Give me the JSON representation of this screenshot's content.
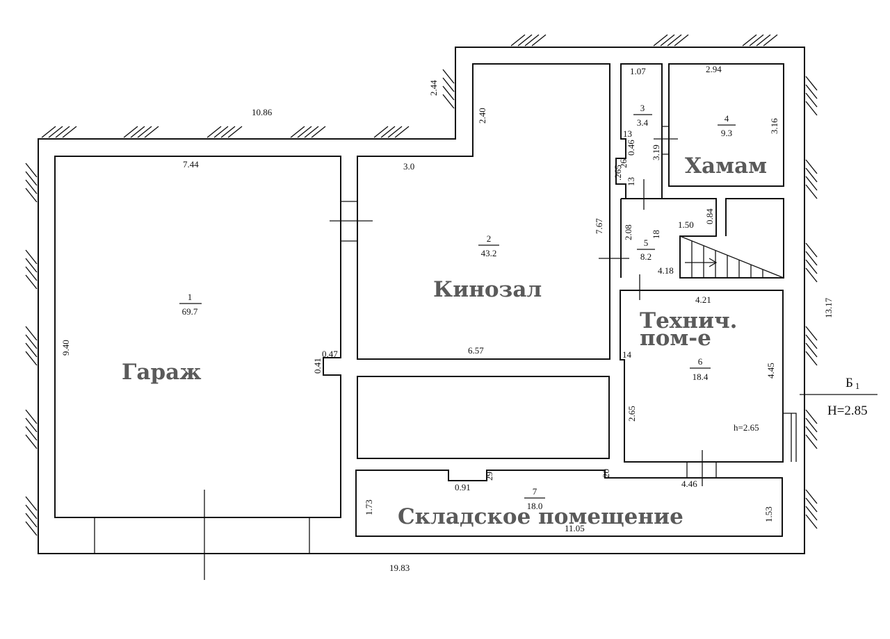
{
  "rooms": {
    "garage": {
      "label": "Гараж",
      "number": "1",
      "area": "69.7"
    },
    "cinema": {
      "label": "Кинозал",
      "number": "2",
      "area": "43.2"
    },
    "room3": {
      "number": "3",
      "area": "3.4"
    },
    "hamam": {
      "label": "Хамам",
      "number": "4",
      "area": "9.3"
    },
    "room5": {
      "number": "5",
      "area": "8.2"
    },
    "tech": {
      "label_line1": "Технич.",
      "label_line2": "пом-е",
      "number": "6",
      "area": "18.4",
      "height": "h=2.65"
    },
    "storage": {
      "label": "Складское помещение",
      "number": "7",
      "area": "18.0"
    }
  },
  "dimensions": {
    "top_left_wall": "10.86",
    "step_wall": "2.44",
    "cinema_step": "2.40",
    "garage_top": "7.44",
    "garage_left": "9.40",
    "garage_nook_w": "0.47",
    "garage_nook_h": "0.41",
    "cinema_top": "3.0",
    "cinema_bottom": "6.57",
    "cinema_right": "7.67",
    "room3_top": "1.07",
    "room3_d1": "13",
    "room3_d2": "0.46",
    "room3_d3": "26",
    "room3_d4": ".265",
    "room3_d5": "13",
    "hamam_top": "2.94",
    "hamam_right": "3.16",
    "hamam_left": "3.19",
    "room5_left": "2.08",
    "room5_d1": "1.50",
    "room5_d2": "0.84",
    "room5_d3": "18",
    "room5_bottom": "4.18",
    "tech_top": "4.21",
    "tech_d1": "14",
    "tech_left": "2.65",
    "tech_right": "4.45",
    "tech_bottom": "4.46",
    "right_total": "13.17",
    "storage_nook": "0.91",
    "storage_d1": "29",
    "storage_d2": "20",
    "storage_left": "1.73",
    "storage_right": "1.53",
    "storage_bottom": "11.05",
    "bottom_total": "19.83"
  },
  "section": {
    "letter": "Б",
    "index": "1",
    "height": "H=2.85"
  }
}
